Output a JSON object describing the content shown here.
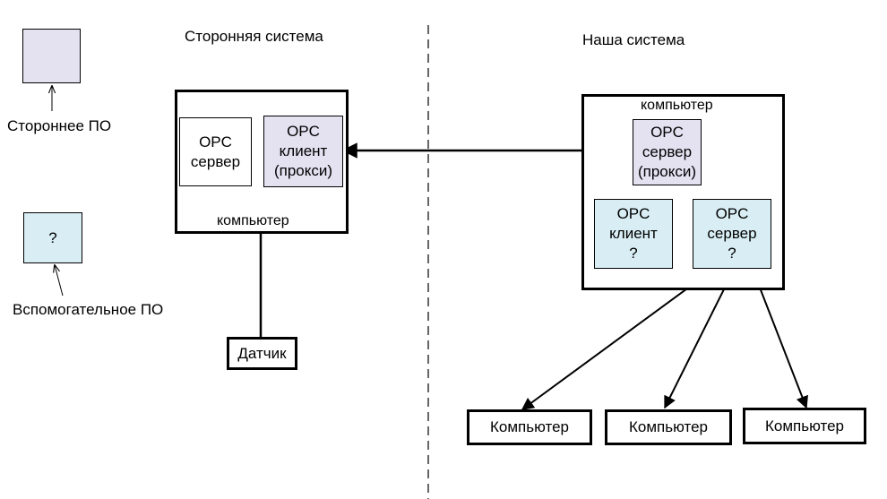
{
  "legend": {
    "third_party_label": "Стороннее ПО",
    "third_party_color": "#e4e1f1",
    "auxiliary_symbol": "?",
    "auxiliary_label": "Вспомогательное ПО",
    "auxiliary_color": "#d8eef4"
  },
  "third_party_system": {
    "title": "Сторонняя система",
    "computer_label": "компьютер",
    "opc_server": {
      "line1": "OPC",
      "line2": "сервер"
    },
    "opc_client": {
      "line1": "OPC",
      "line2": "клиент",
      "line3": "(прокси)"
    },
    "sensor_label": "Датчик"
  },
  "our_system": {
    "title": "Наша система",
    "computer_label": "компьютер",
    "opc_server_proxy": {
      "line1": "OPC",
      "line2": "сервер",
      "line3": "(прокси)"
    },
    "opc_client": {
      "line1": "OPC",
      "line2": "клиент",
      "line3": "?"
    },
    "opc_server": {
      "line1": "OPC",
      "line2": "сервер",
      "line3": "?"
    },
    "computers": [
      "Компьютер",
      "Компьютер",
      "Компьютер"
    ]
  }
}
